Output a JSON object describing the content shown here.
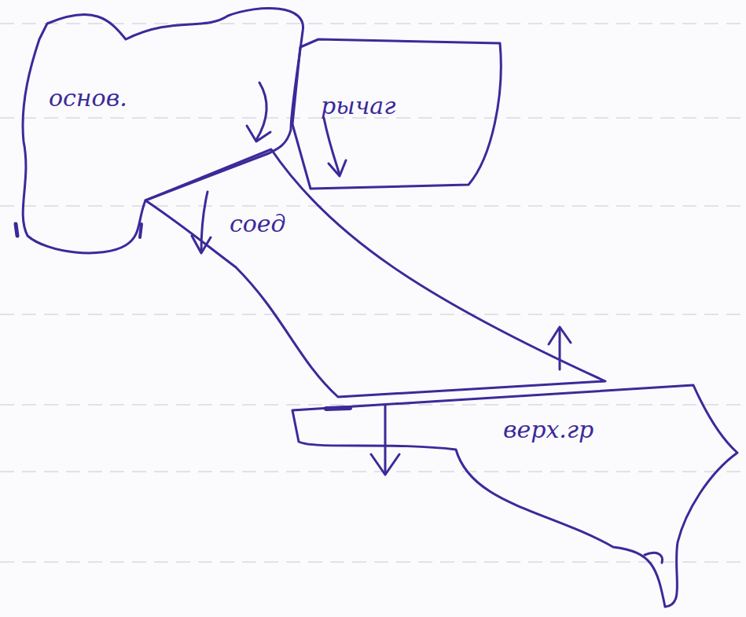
{
  "diagram": {
    "nodes": [
      {
        "text": [
          "основ."
        ]
      },
      {
        "text": [
          "рычаг"
        ]
      },
      {
        "text": [
          "соед"
        ]
      },
      {
        "text": [
          "верх.гр"
        ]
      }
    ]
  }
}
